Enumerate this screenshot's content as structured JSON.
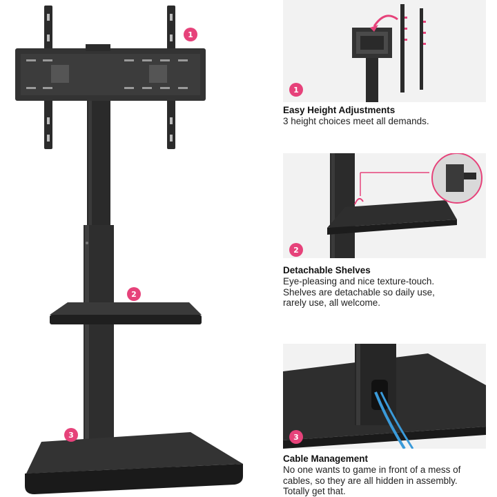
{
  "badges": {
    "one": "1",
    "two": "2",
    "three": "3"
  },
  "colors": {
    "accent": "#e6427a",
    "metal": "#2b2b2b",
    "panel": "#f2f2f2",
    "cable": "#3a9ad9"
  },
  "features": [
    {
      "title": "Easy Height Adjustments",
      "lines": [
        "3 height choices meet all demands."
      ]
    },
    {
      "title": "Detachable Shelves",
      "lines": [
        "Eye-pleasing and nice texture-touch.",
        "Shelves are detachable so daily use,",
        "rarely use, all welcome."
      ]
    },
    {
      "title": "Cable Management",
      "lines": [
        "No one wants to game in front of a mess of",
        "cables, so they are all hidden in assembly.",
        "Totally get that."
      ]
    }
  ]
}
